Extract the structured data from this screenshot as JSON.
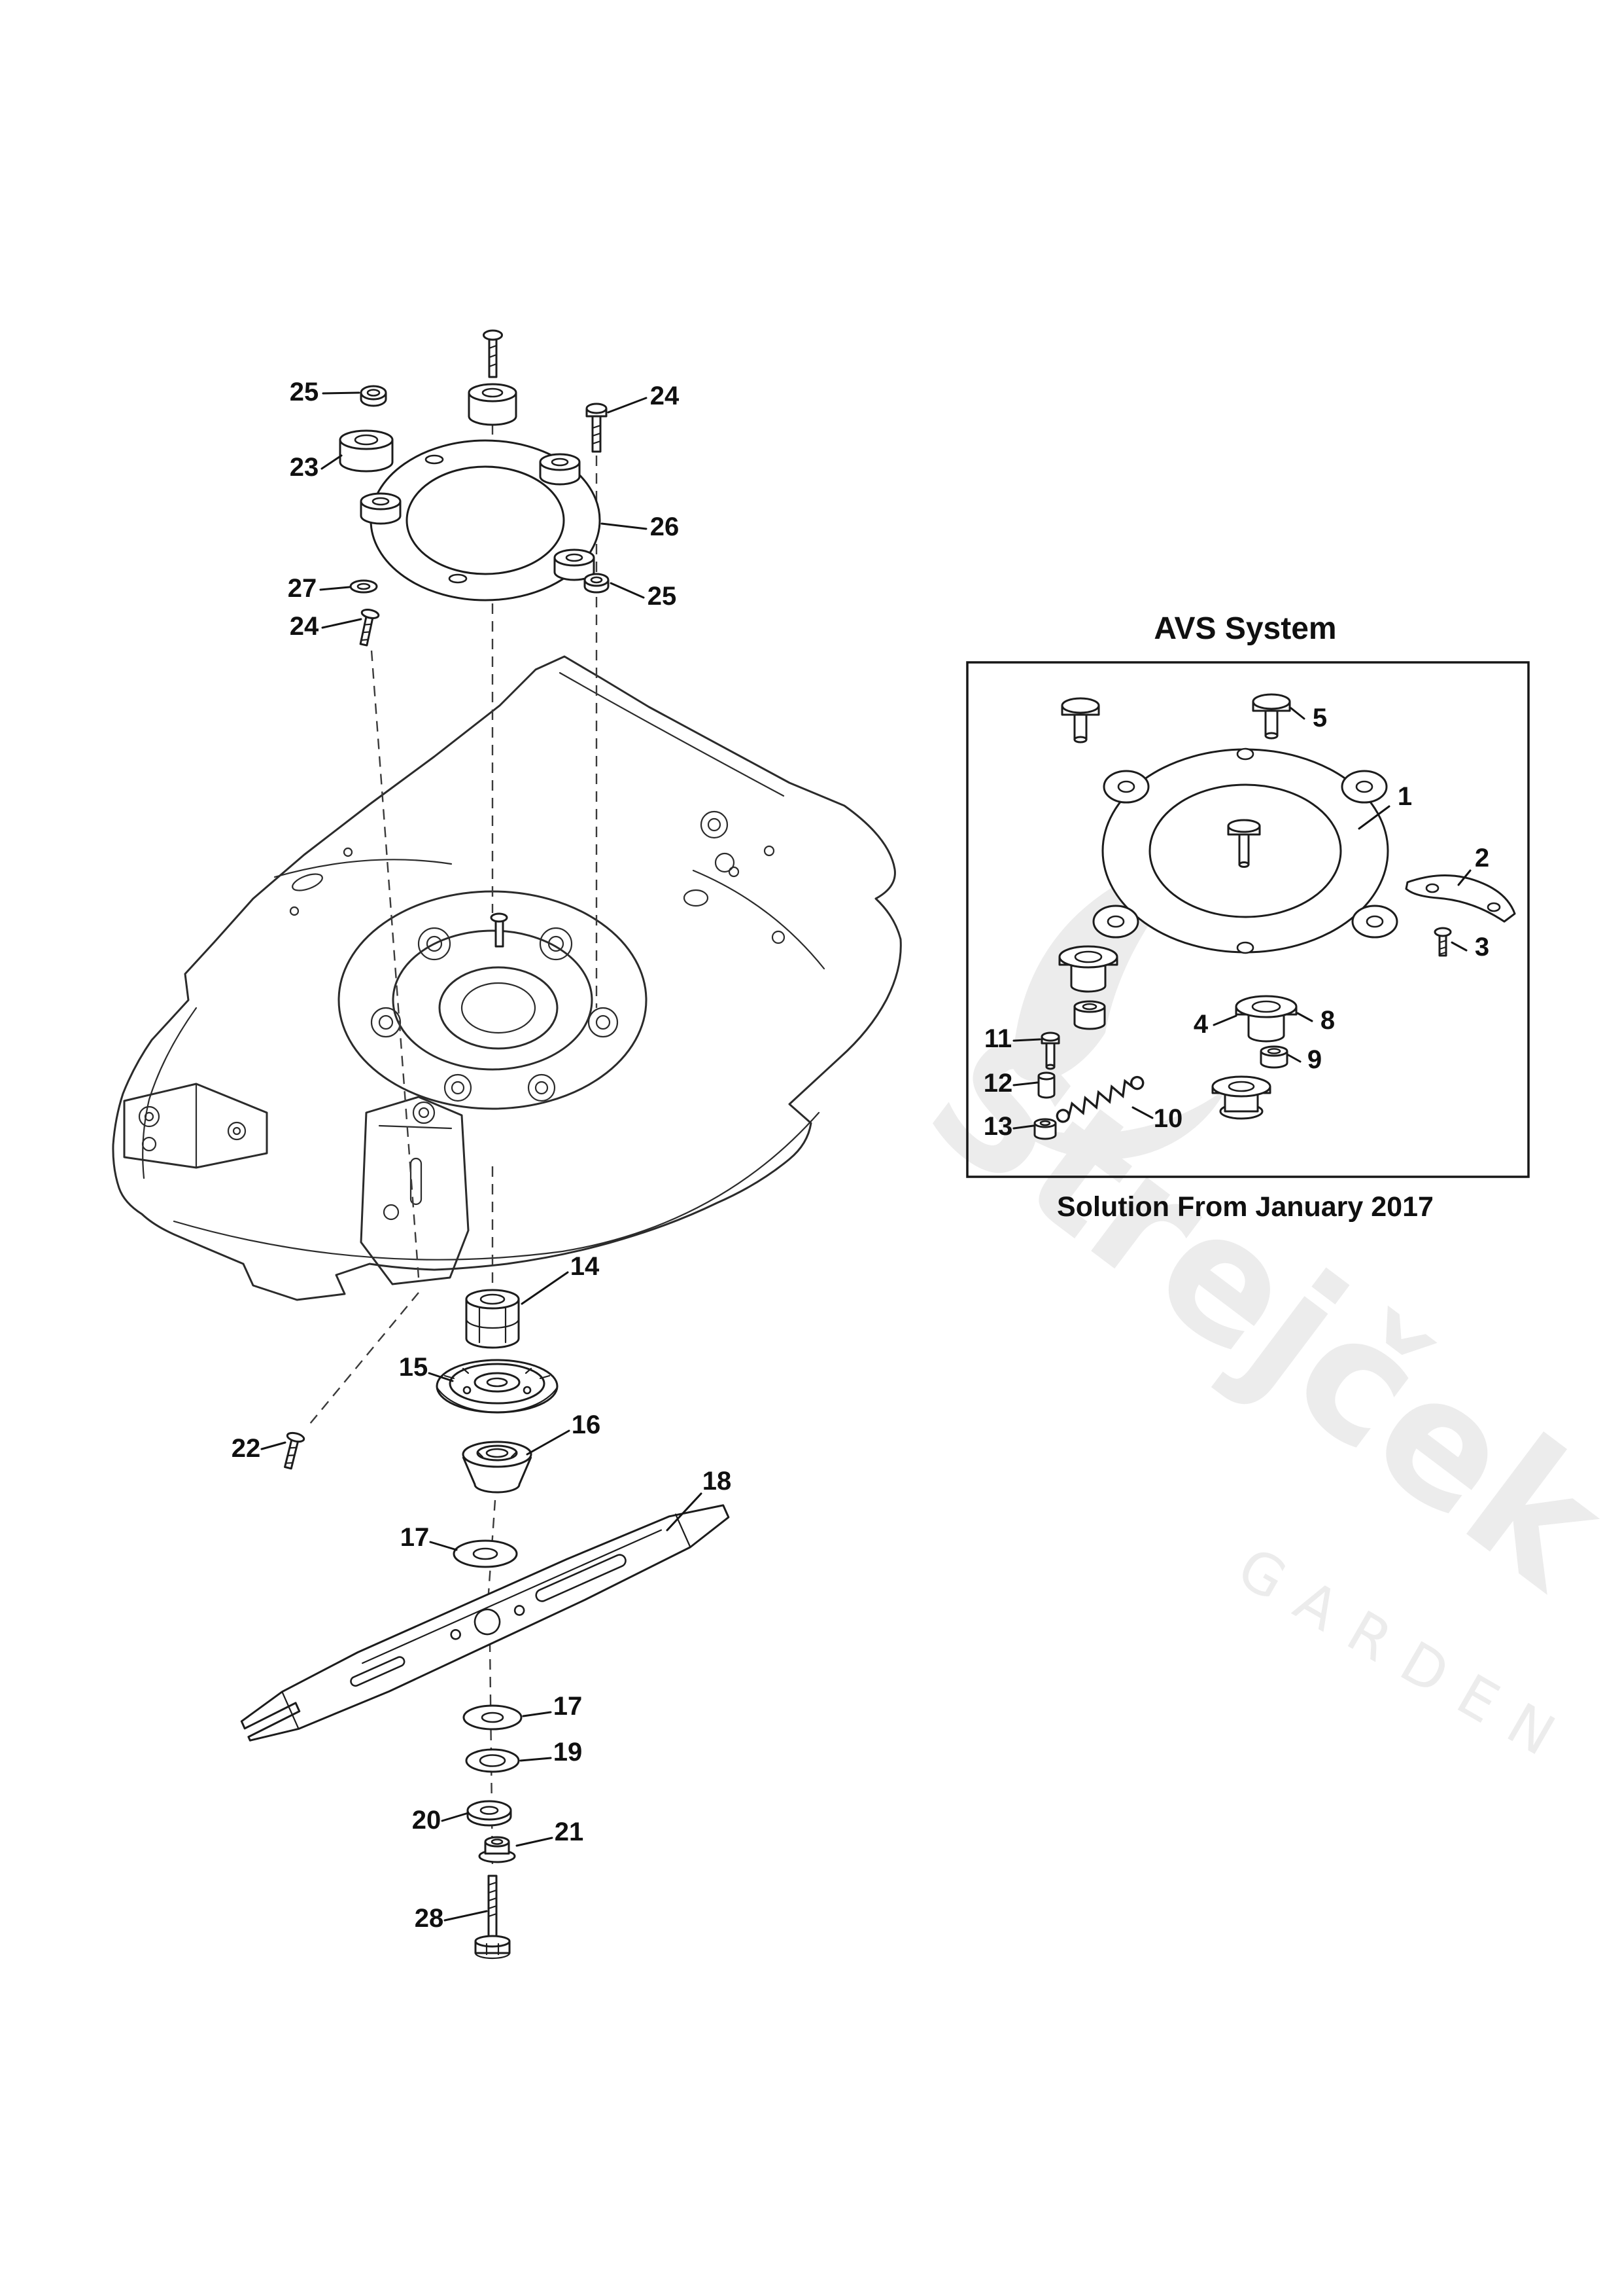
{
  "avs": {
    "title": "AVS System",
    "caption": "Solution From January 2017"
  },
  "watermark": {
    "brand": "Strejček",
    "sub": "GARDEN"
  },
  "callouts": {
    "c25a": "25",
    "c23": "23",
    "c24a": "24",
    "c26": "26",
    "c27": "27",
    "c24b": "24",
    "c25b": "25",
    "c5": "5",
    "c1": "1",
    "c2": "2",
    "c3": "3",
    "c4": "4",
    "c8": "8",
    "c9": "9",
    "c10": "10",
    "c11": "11",
    "c12": "12",
    "c13": "13",
    "c14": "14",
    "c15": "15",
    "c16": "16",
    "c17a": "17",
    "c17b": "17",
    "c18": "18",
    "c19": "19",
    "c20": "20",
    "c21": "21",
    "c22": "22",
    "c28": "28"
  }
}
